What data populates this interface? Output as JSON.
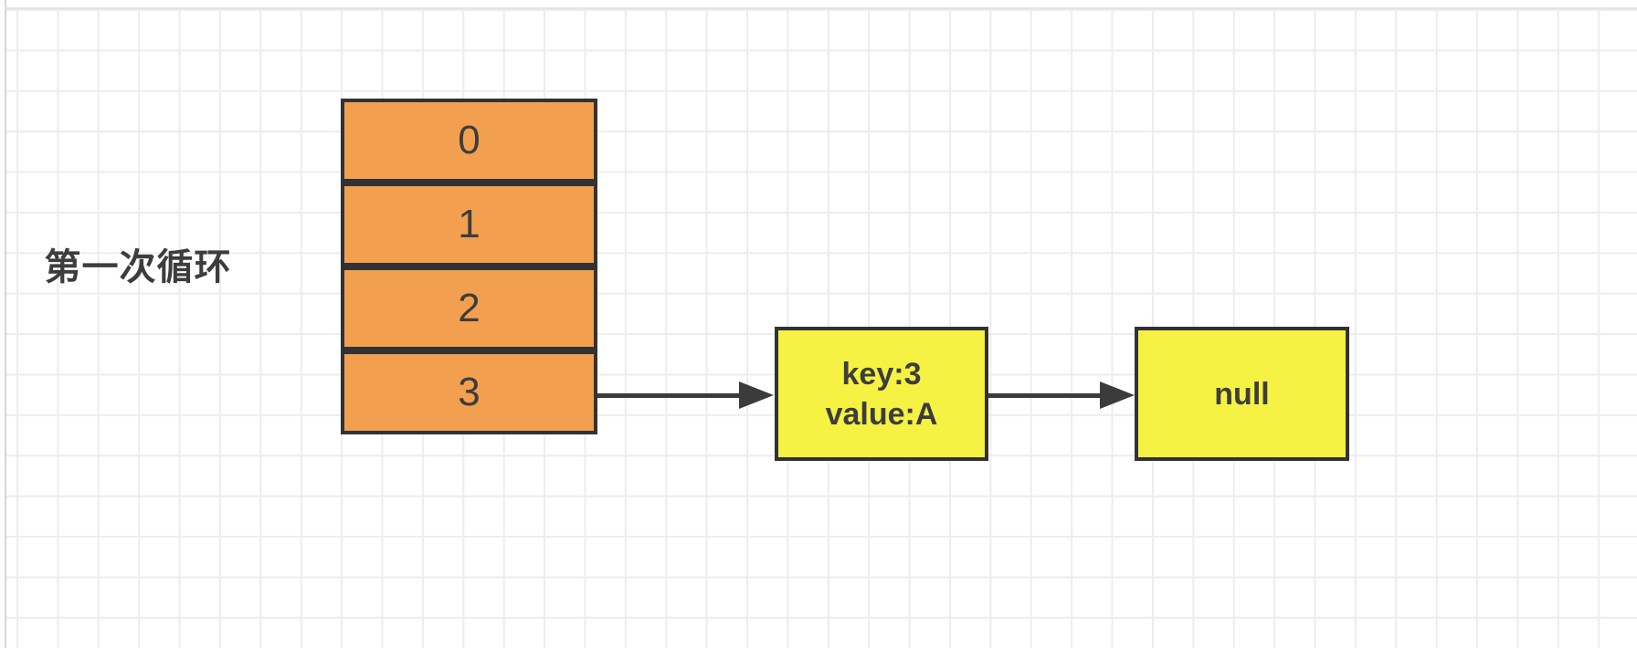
{
  "diagram": {
    "iteration_label": "第一次循环",
    "array": {
      "cells": [
        "0",
        "1",
        "2",
        "3"
      ]
    },
    "nodes": {
      "entry": {
        "line1": "key:3",
        "line2": "value:A"
      },
      "next": {
        "label": "null"
      }
    },
    "colors": {
      "array_fill": "#F2A04F",
      "node_fill": "#F5F243",
      "shape_border": "#323232",
      "arrow": "#3B3B3B",
      "text": "#3D3D3D",
      "grid_line": "#EDEDED",
      "canvas_background": "#FFFFFF"
    }
  }
}
